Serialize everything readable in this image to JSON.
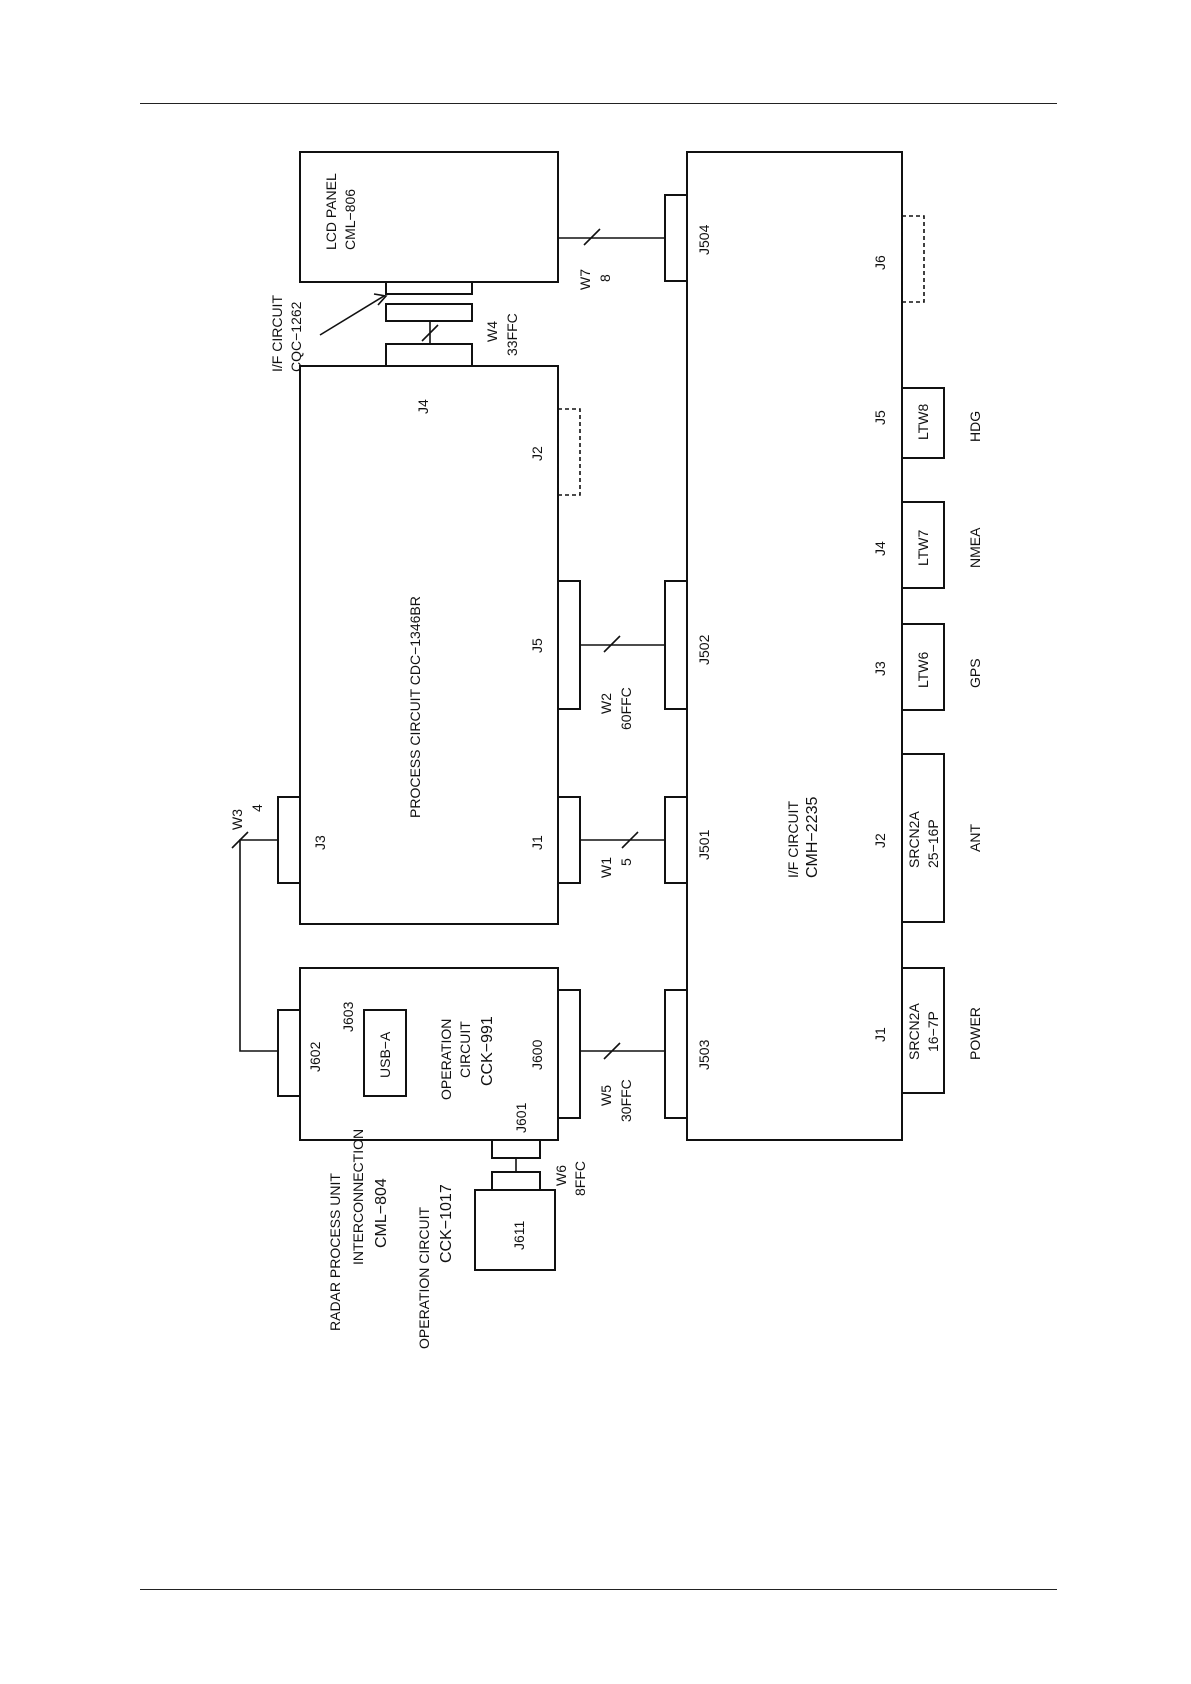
{
  "unit": {
    "line1": "RADAR PROCESS UNIT",
    "line2": "INTERCONNECTION",
    "line3": "CML−804"
  },
  "lcd": {
    "line1": "LCD PANEL",
    "line2": "CML−806"
  },
  "if_small": {
    "line1": "I/F CIRCUIT",
    "line2": "CQC−1262"
  },
  "process": {
    "label": "PROCESS CIRCUIT  CDC−1346BR"
  },
  "if_main": {
    "line1": "I/F CIRCUIT",
    "line2": "CMH−2235"
  },
  "op991": {
    "line1": "OPERATION",
    "line2": "CIRCUIT",
    "line3": "CCK−991"
  },
  "op1017": {
    "line1": "OPERATION CIRCUIT",
    "line2": "CCK−1017"
  },
  "connectors": {
    "j4_p": "J4",
    "j2_p": "J2",
    "j5_p": "J5",
    "j1_p": "J1",
    "j3_p": "J3",
    "j504": "J504",
    "j502": "J502",
    "j501": "J501",
    "j503": "J503",
    "j6_m": "J6",
    "j5_m": "J5",
    "j4_m": "J4",
    "j3_m": "J3",
    "j2_m": "J2",
    "j1_m": "J1",
    "j602": "J602",
    "j603": "J603",
    "j600": "J600",
    "j601": "J601",
    "j611": "J611"
  },
  "wires": {
    "w7": "W7",
    "w7_n": "8",
    "w4": "W4",
    "w4_n": "33FFC",
    "w3": "W3",
    "w3_n": "4",
    "w2": "W2",
    "w2_n": "60FFC",
    "w1": "W1",
    "w1_n": "5",
    "w5": "W5",
    "w5_n": "30FFC",
    "w6": "W6",
    "w6_n": "8FFC"
  },
  "plugs": {
    "ltw8": "LTW8",
    "ltw7": "LTW7",
    "ltw6": "LTW6",
    "srcn25_l1": "SRCN2A",
    "srcn25_l2": "25−16P",
    "srcn16_l1": "SRCN2A",
    "srcn16_l2": "16−7P",
    "usb": "USB−A"
  },
  "signals": {
    "hdg": "HDG",
    "nmea": "NMEA",
    "gps": "GPS",
    "ant": "ANT",
    "power": "POWER"
  }
}
